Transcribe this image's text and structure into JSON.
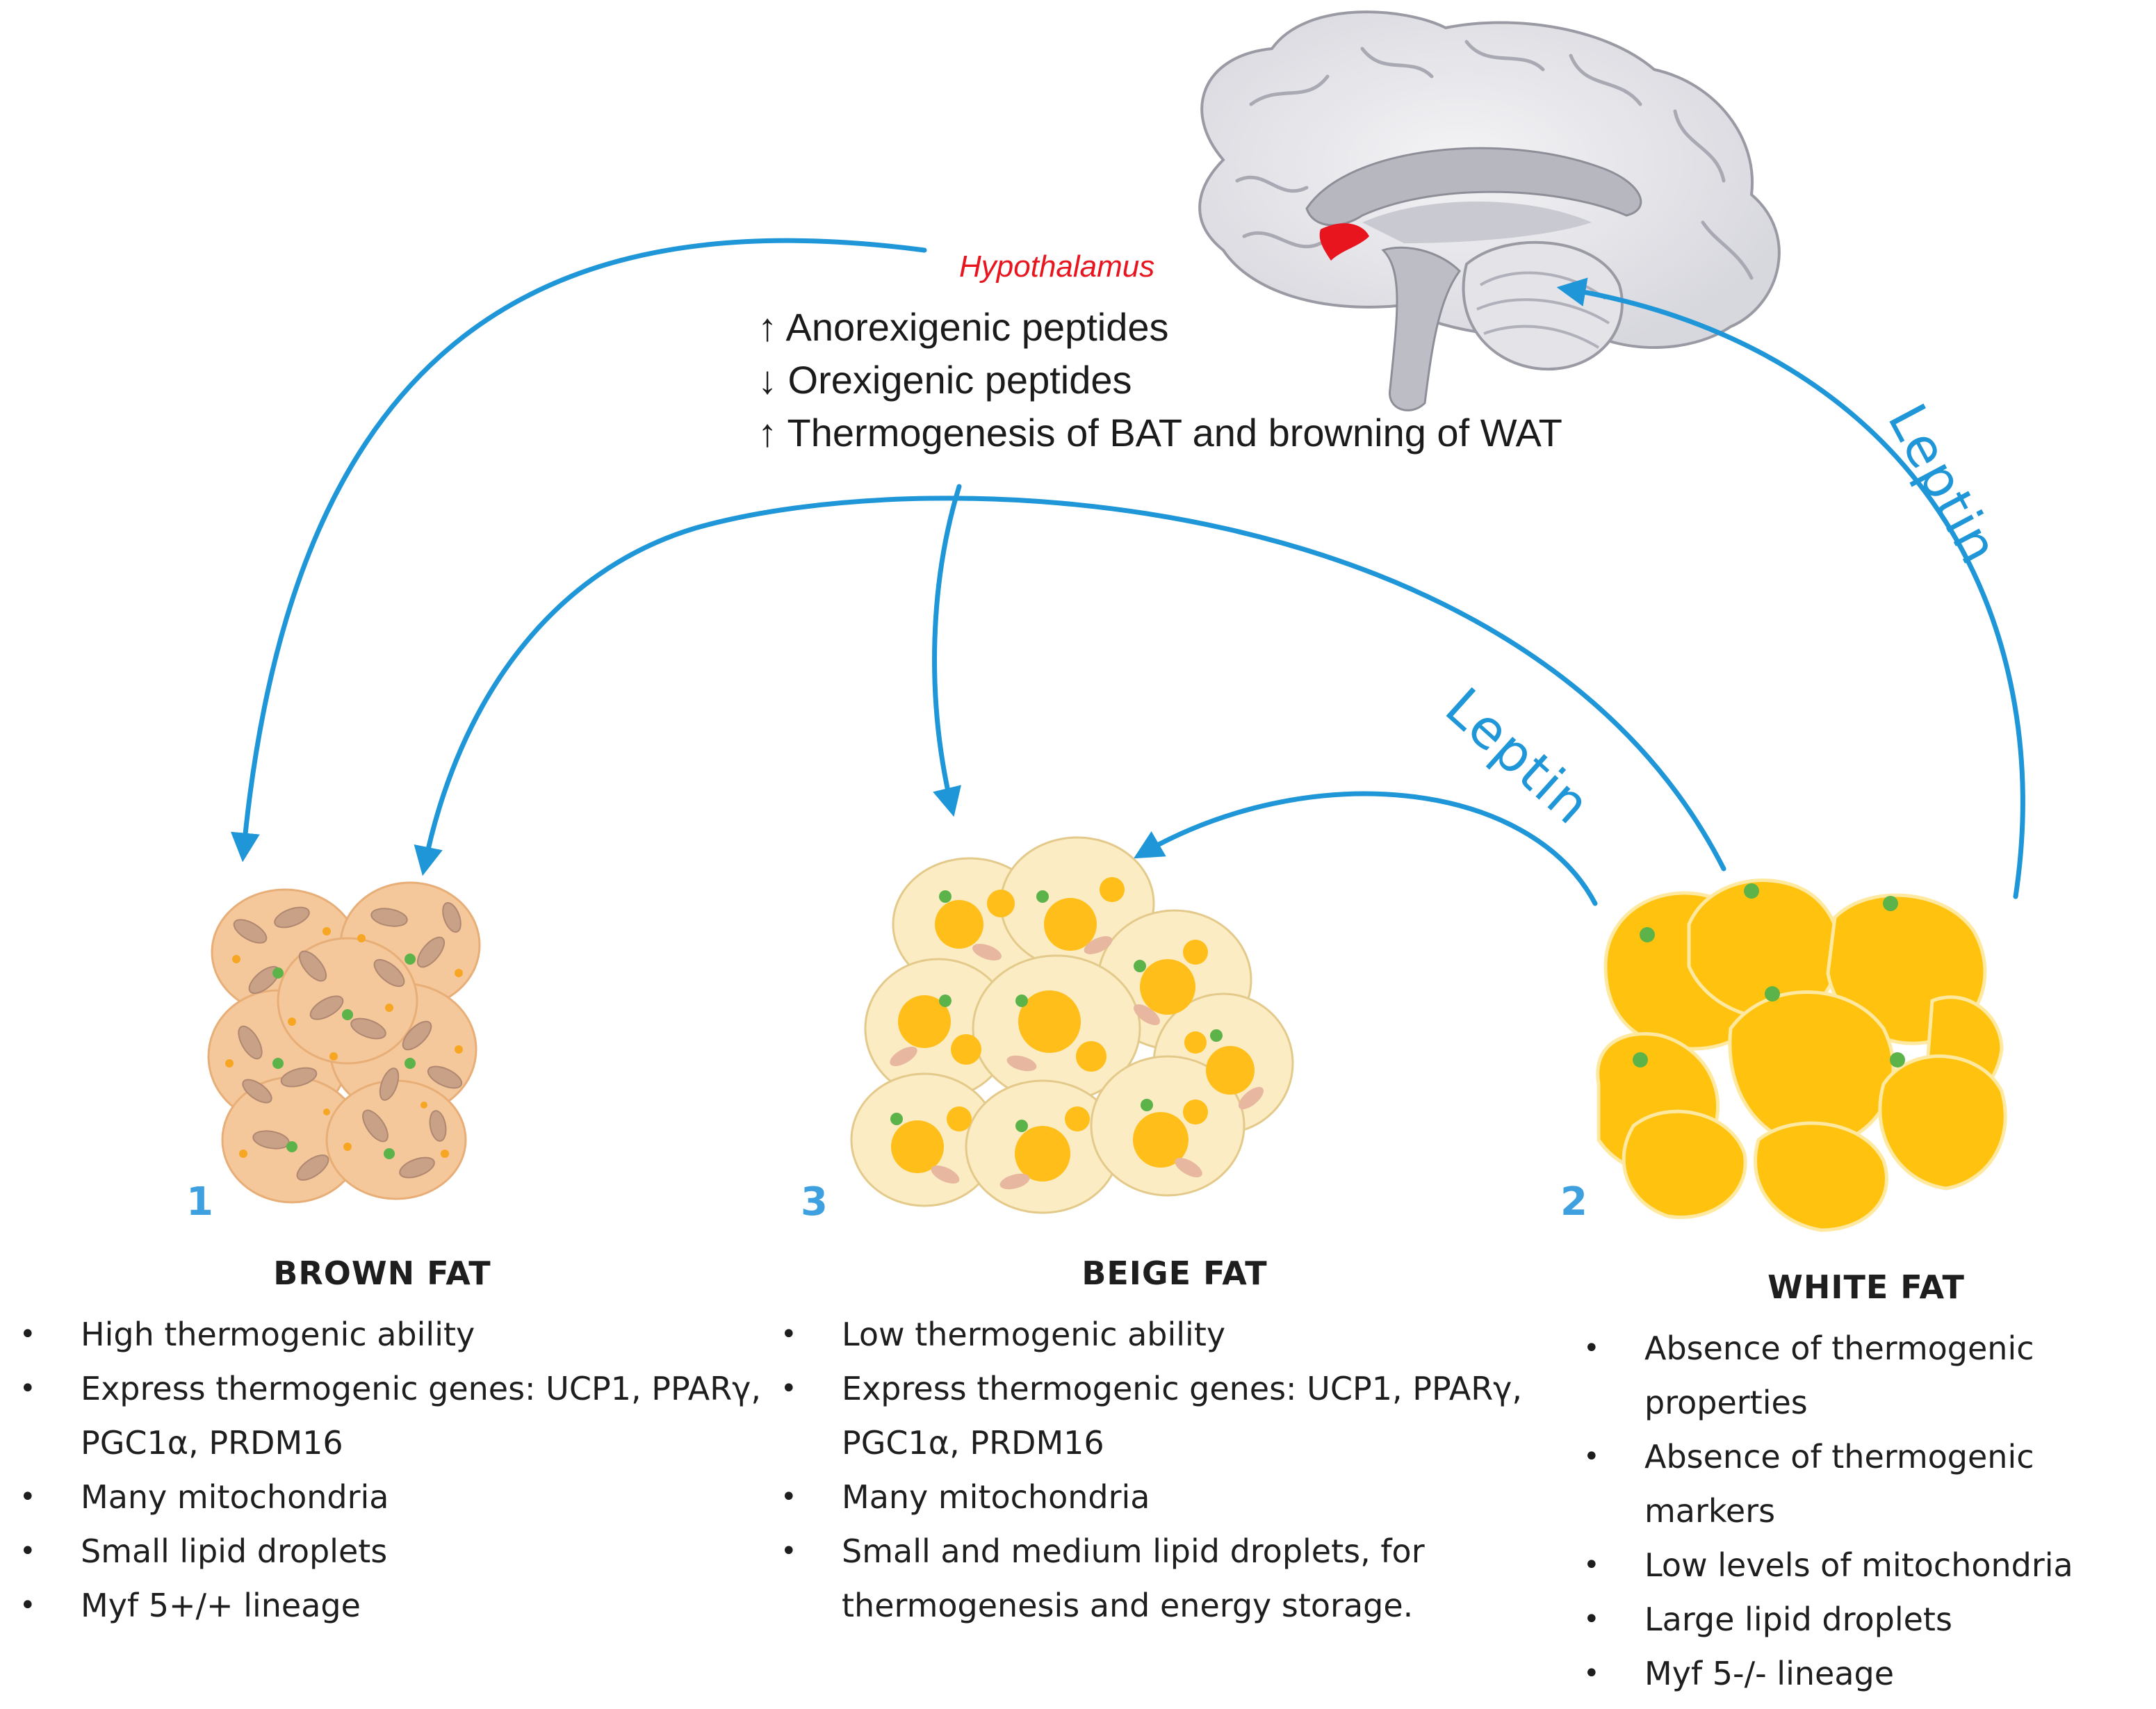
{
  "hypothalamus": {
    "label": "Hypothalamus",
    "lines": [
      "↑ Anorexigenic peptides",
      "↓ Orexigenic peptides",
      "↑ Thermogenesis of BAT  and browning of WAT"
    ]
  },
  "arrows": {
    "leptin_right": "Leptin",
    "leptin_middle": "Leptin"
  },
  "tissues": [
    {
      "id": "brown",
      "number": "1",
      "title": "BROWN FAT",
      "bullets": [
        "High thermogenic ability",
        "Express thermogenic genes: UCP1, PPARγ, PGC1α, PRDM16",
        "Many mitochondria",
        "Small lipid droplets",
        "Myf 5+/+ lineage"
      ]
    },
    {
      "id": "beige",
      "number": "3",
      "title": "BEIGE FAT",
      "bullets": [
        "Low thermogenic ability",
        "Express thermogenic genes: UCP1, PPARγ, PGC1α, PRDM16",
        "Many mitochondria",
        "Small and medium lipid droplets, for thermogenesis and energy storage."
      ]
    },
    {
      "id": "white",
      "number": "2",
      "title": "WHITE FAT",
      "bullets": [
        "Absence of thermogenic properties",
        "Absence of thermogenic markers",
        "Low levels of mitochondria",
        "Large lipid droplets",
        "Myf 5-/- lineage"
      ]
    }
  ],
  "colors": {
    "arrow": "#1e96d8",
    "hypothalamus_text": "#e8141e",
    "white_fat": "#ffc20e",
    "beige_fat_cell": "#fbecc4",
    "brown_fat_cell": "#f4c89a",
    "nucleus": "#5bb34a"
  }
}
